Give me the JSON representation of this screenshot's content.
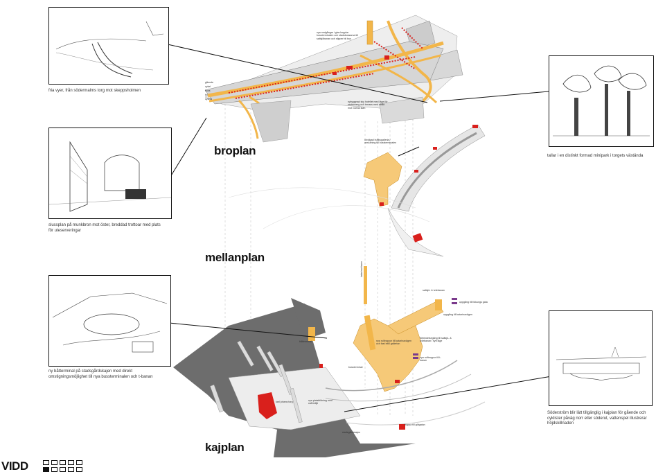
{
  "brand": "VIDD",
  "levels": {
    "broplan": "broplan",
    "mellanplan": "mellanplan",
    "kajplan": "kajplan"
  },
  "captions": {
    "view_skeppsholmen": "fria vyer, från södermalms torg mot skeppsholmen",
    "tallar": "tallar i en distinkt formad minipark i torgets västända",
    "slussplan": "slussplan på munkbron mot öster, breddad trottoar med plats för uteserveringar",
    "batterminal": "ny båtterminal på stadsgårdskajen med direkt omstigningsmöjlighet till nya bussterminalen och t-banan",
    "soderstrom": "Söderström blir lätt tillgänglig i kajplan för gående och cyklister påväg norr eller söderut, vattenspel illustrerar höjdskillnaden"
  },
  "annotations": {
    "nya_nedgangar": "nya nedgångar i glas kopplar bussterminalen och stadsbussarna till saltsjöbanan och slipper bli bus",
    "nybyggnad_hotell": "nybyggnad sky hotellet med läge för restaurang och terrass med utsikt mot Gamla stan",
    "utvidgad_butik": "utvidgad butiksgalleria / anslutning till bussterminalen",
    "gaende": "gående",
    "cykel": "cykel",
    "buss": "buss",
    "bil": "bil",
    "cyklist": "cyklist",
    "saltsjo_tvarbanan": "saltsjö- & tvärbanan",
    "uppgang_folkung": "uppgång till folkungs gata",
    "uppgang_katarina": "uppgång till katarinavägen",
    "nya_rulltrappor_1": "nya rulltrappor till katarinavägen och fast intill gallerian",
    "forbindelsegang": "förbindelsegång till saltsjö- & tvärbanan i nytt läge",
    "nya_rulltrappor_2": "nya rulltrappor till t-banan",
    "batterminal": "båtterminal",
    "bussterminal": "bussterminal",
    "karl_johans_torg": "karl johans torg",
    "nya_platsbildning": "nya platsbildning med cafémiljö",
    "trappa_gotgatan": "trappa till götgatan",
    "stadsgardskajen": "stadsgårdskajen",
    "katarinahissen": "katarinahissen"
  },
  "pager": {
    "total": 10,
    "active_index": 5
  },
  "colors": {
    "orange": "#f2b64a",
    "light_orange": "#f6c978",
    "red": "#d9201c",
    "purple": "#7a3a8c",
    "plan_grey": "#cfcfcf",
    "dark_grey": "#555555"
  }
}
